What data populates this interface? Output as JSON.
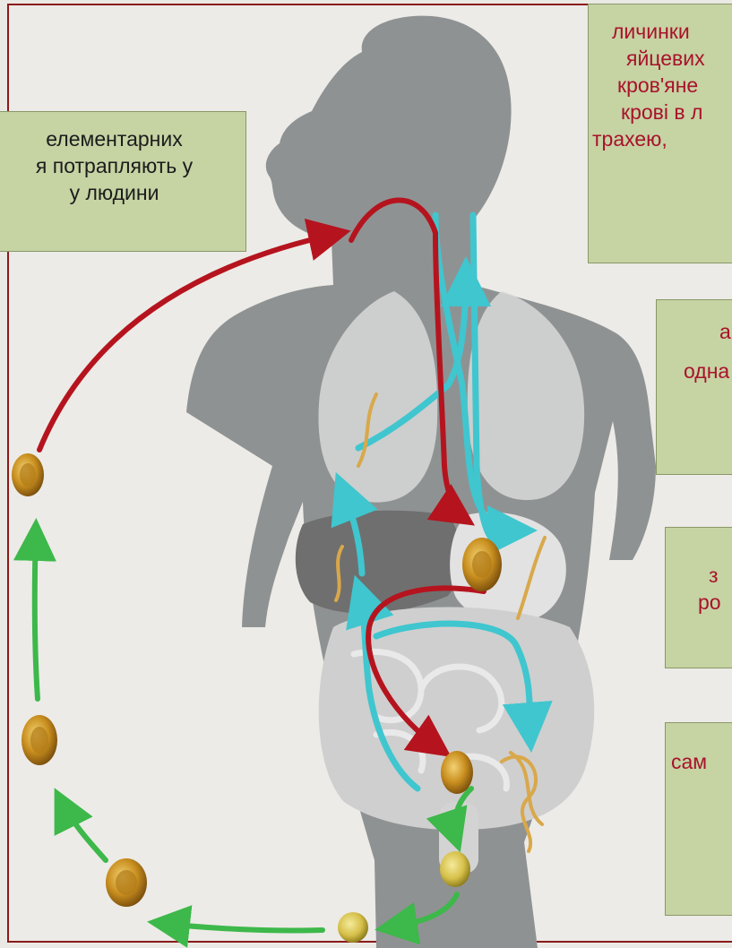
{
  "labels": {
    "ingestion": [
      "елементарних",
      "я потрапляють у",
      "у людини"
    ],
    "migration": [
      "личинки",
      "яйцевих",
      "кров'яне",
      "крові в л",
      "трахею,"
    ],
    "box_a": [
      "а",
      "",
      "одна"
    ],
    "box_z": [
      "",
      "з",
      "ро"
    ],
    "box_sam": [
      "сам"
    ]
  },
  "colors": {
    "box_fill": "#c6d3a3",
    "red_text": "#a8122b",
    "ingestion_arrow": "#b5141e",
    "migration_arrow": "#3fc6cf",
    "excretion_arrow": "#3db84a",
    "egg": "#c98f1f",
    "body": "#8f9293"
  }
}
